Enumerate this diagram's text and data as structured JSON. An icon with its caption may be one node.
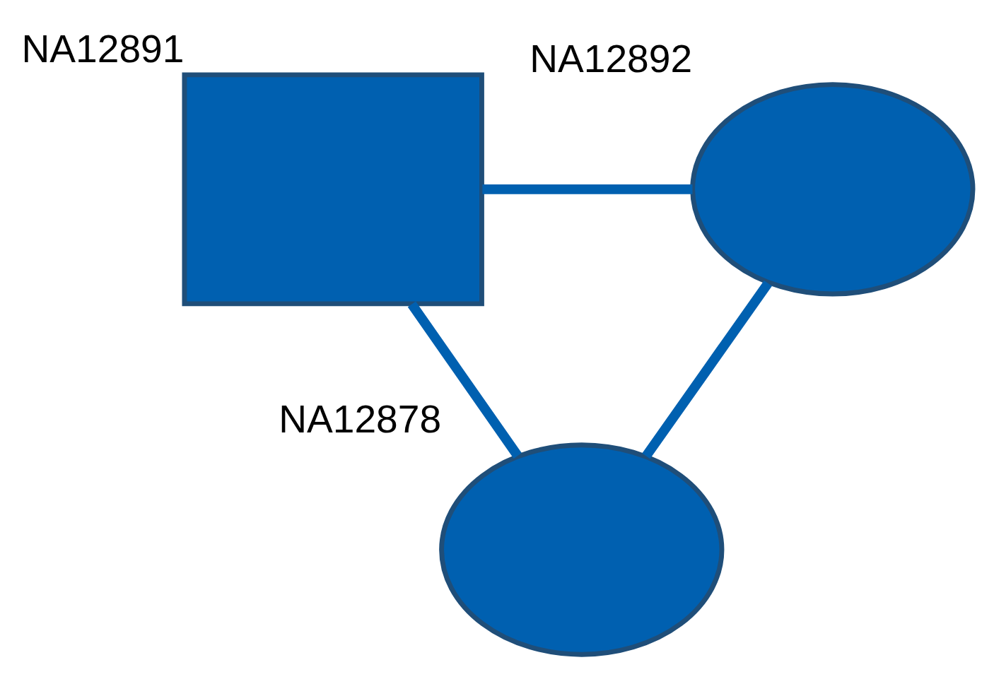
{
  "diagram": {
    "nodes": [
      {
        "text": [
          "NA12891"
        ]
      },
      {
        "text": [
          "NA12892"
        ]
      },
      {
        "text": [
          "NA12878"
        ]
      }
    ],
    "edges": [
      {
        "from": 0,
        "to": 1,
        "arrow": "none"
      },
      {
        "from": 0,
        "to": 2,
        "arrow": "none"
      },
      {
        "from": 1,
        "to": 2,
        "arrow": "none"
      }
    ]
  }
}
